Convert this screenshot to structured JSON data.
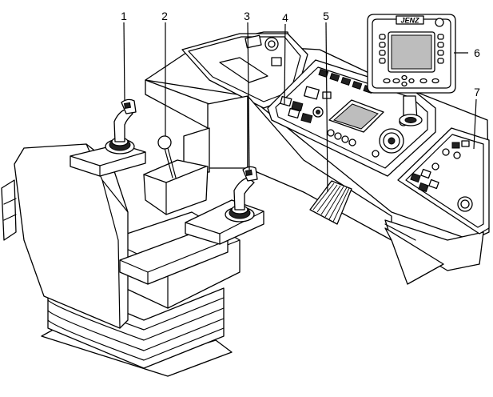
{
  "callouts": [
    {
      "id": 1,
      "label": "1"
    },
    {
      "id": 2,
      "label": "2"
    },
    {
      "id": 3,
      "label": "3"
    },
    {
      "id": 4,
      "label": "4"
    },
    {
      "id": 5,
      "label": "5"
    },
    {
      "id": 6,
      "label": "6"
    },
    {
      "id": 7,
      "label": "7"
    }
  ],
  "terminal": {
    "brand": "JENZ"
  },
  "colors": {
    "line": "#000000",
    "background": "#ffffff",
    "shade": "#bdbdbd"
  }
}
